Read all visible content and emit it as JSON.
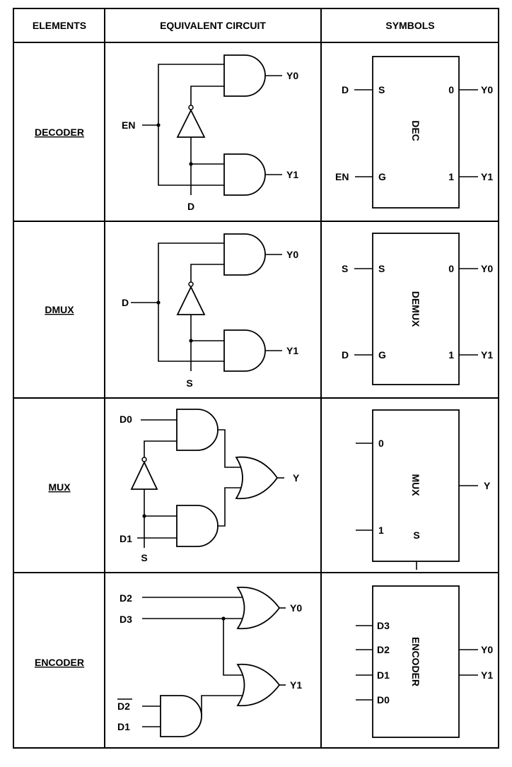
{
  "headers": {
    "elements": "ELEMENTS",
    "circuit": "EQUIVALENT CIRCUIT",
    "symbols": "SYMBOLS"
  },
  "decoder": {
    "name": "DECODER",
    "circuit": {
      "en": "EN",
      "d": "D",
      "y0": "Y0",
      "y1": "Y1"
    },
    "symbol": {
      "in_s": "D",
      "pin_s": "S",
      "in_g": "EN",
      "pin_g": "G",
      "title": "DEC",
      "pin_0": "0",
      "pin_1": "1",
      "out_0": "Y0",
      "out_1": "Y1"
    }
  },
  "dmux": {
    "name": "DMUX",
    "circuit": {
      "d": "D",
      "s": "S",
      "y0": "Y0",
      "y1": "Y1"
    },
    "symbol": {
      "in_s": "S",
      "pin_s": "S",
      "in_g": "D",
      "pin_g": "G",
      "title": "DEMUX",
      "pin_0": "0",
      "pin_1": "1",
      "out_0": "Y0",
      "out_1": "Y1"
    }
  },
  "mux": {
    "name": "MUX",
    "circuit": {
      "d0": "D0",
      "d1": "D1",
      "s": "S",
      "y": "Y"
    },
    "symbol": {
      "pin_0": "0",
      "pin_1": "1",
      "pin_s": "S",
      "title": "MUX",
      "out": "Y"
    }
  },
  "encoder": {
    "name": "ENCODER",
    "circuit": {
      "d2": "D2",
      "d3": "D3",
      "d2_bar": "D2",
      "d1": "D1",
      "y0": "Y0",
      "y1": "Y1"
    },
    "symbol": {
      "pin_d3": "D3",
      "pin_d2": "D2",
      "pin_d1": "D1",
      "pin_d0": "D0",
      "title": "ENCODER",
      "out_0": "Y0",
      "out_1": "Y1"
    }
  }
}
